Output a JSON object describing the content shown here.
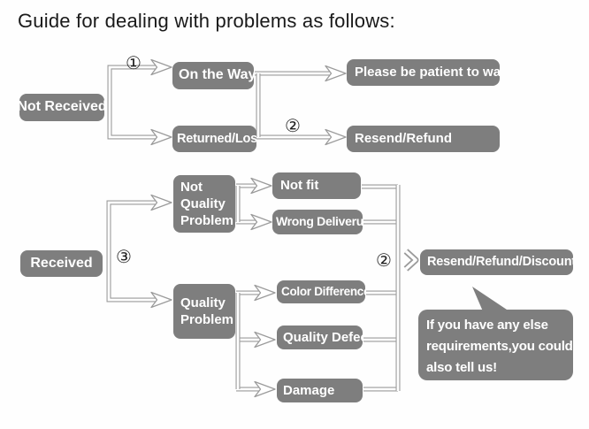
{
  "title": "Guide for dealing with problems as follows:",
  "badges": {
    "one": "①",
    "two": "②",
    "three": "③"
  },
  "flow_not_received": {
    "root": "Not Received",
    "on_the_way": "On the Way",
    "returned_lost": "Returned/Lost",
    "be_patient": "Please be patient to wait",
    "resend_refund": "Resend/Refund"
  },
  "flow_received": {
    "root": "Received",
    "not_quality_problem": "Not Quality Problem",
    "not_fit": "Not fit",
    "wrong_deliveru": "Wrong Deliveru",
    "quality_problem": "Quality Problem",
    "color_difference": "Color Difference",
    "quality_defect": "Quality Defect",
    "damage": "Damage",
    "outcome": "Resend/Refund/Discount"
  },
  "note": {
    "lines": [
      "If you have any else",
      "requirements,you could",
      "also tell us!"
    ]
  },
  "colors": {
    "box_bg": "#7e7e7e",
    "box_text": "#ffffff",
    "line": "#9b9b9b",
    "title_text": "#1a1a1a",
    "badge_text": "#1f1f1f"
  }
}
